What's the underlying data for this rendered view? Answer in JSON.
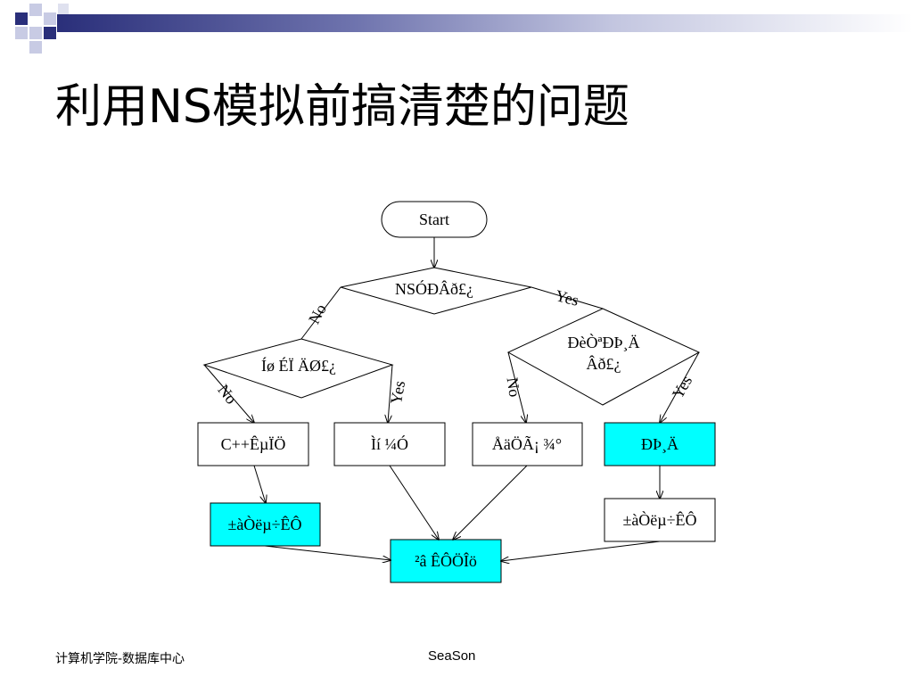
{
  "slide": {
    "title": "利用NS模拟前搞清楚的问题",
    "footer_left": "计算机学院-数据库中心",
    "footer_center": "SeaSon",
    "accent_color": "#2a2f7a",
    "highlight_fill": "#00ffff"
  },
  "flowchart": {
    "start": "Start",
    "decision_top": "NSÓÐÂð£¿",
    "decision_left": "Íø ÉÏ ÄØ£¿",
    "decision_right_line1": "ÐèÒªÐÞ¸Ä",
    "decision_right_line2": "Âð£¿",
    "box_cpp": "C++ÊµÏÖ",
    "box_download": "Ìí ¼Ó",
    "box_config": "ÅäÖÃ¡ ¾°",
    "box_modify": "ÐÞ¸Ä",
    "box_compile_left": "±àÒëµ÷ÊÔ",
    "box_compile_right": "±àÒëµ÷ÊÔ",
    "box_test": "²â ÊÔÖÎö",
    "label_yes_top": "Yes",
    "label_no_top": "No",
    "label_no_left": "No",
    "label_yes_left": "Yes",
    "label_no_right": "No",
    "label_yes_right": "Yes"
  }
}
